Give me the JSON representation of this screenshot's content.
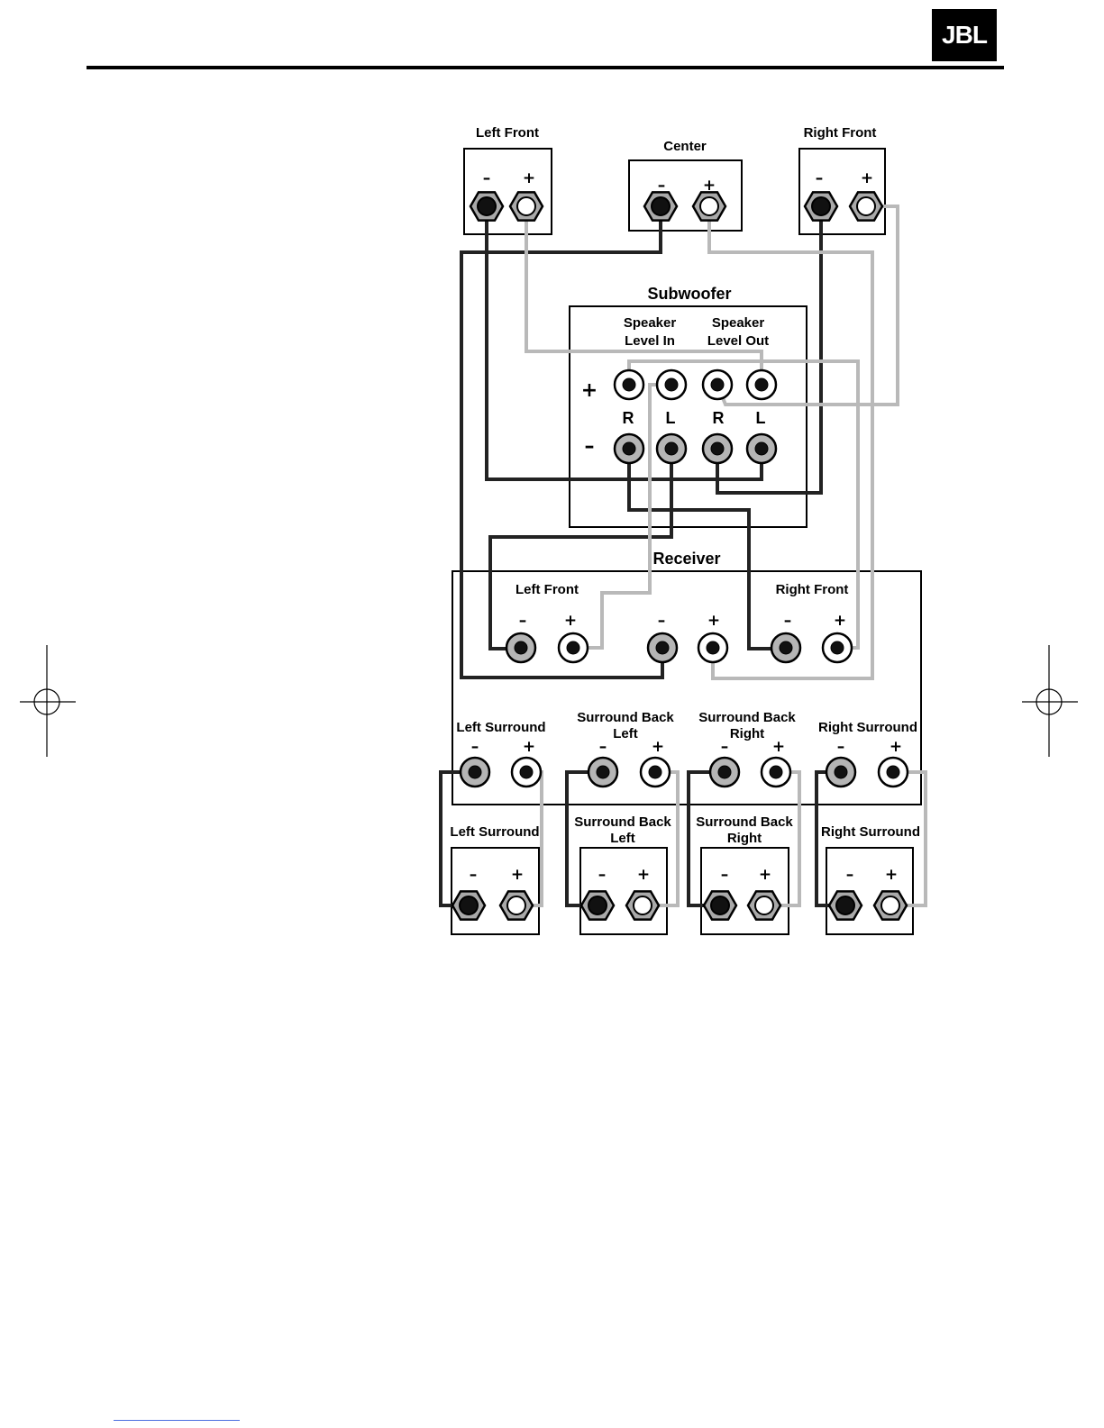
{
  "brand": {
    "logo_text": "JBL"
  },
  "speakers": {
    "left_front": "Left Front",
    "center": "Center",
    "right_front": "Right Front",
    "left_surround": "Left Surround",
    "surround_back_left": [
      "Surround Back",
      "Left"
    ],
    "surround_back_right": [
      "Surround Back",
      "Right"
    ],
    "right_surround": "Right Surround"
  },
  "subwoofer": {
    "title": "Subwoofer",
    "level_in": [
      "Speaker",
      "Level In"
    ],
    "level_out": [
      "Speaker",
      "Level Out"
    ],
    "channel_labels": [
      "R",
      "L",
      "R",
      "L"
    ]
  },
  "receiver": {
    "title": "Receiver",
    "left_front": "Left Front",
    "right_front": "Right Front",
    "left_surround": "Left Surround",
    "surround_back_left": [
      "Surround Back",
      "Left"
    ],
    "surround_back_right": [
      "Surround Back",
      "Right"
    ],
    "right_surround": "Right Surround"
  },
  "polarity": {
    "minus": "–",
    "plus": "+"
  },
  "colors": {
    "negative_wire": "#222222",
    "positive_wire": "#b9b9b9"
  }
}
